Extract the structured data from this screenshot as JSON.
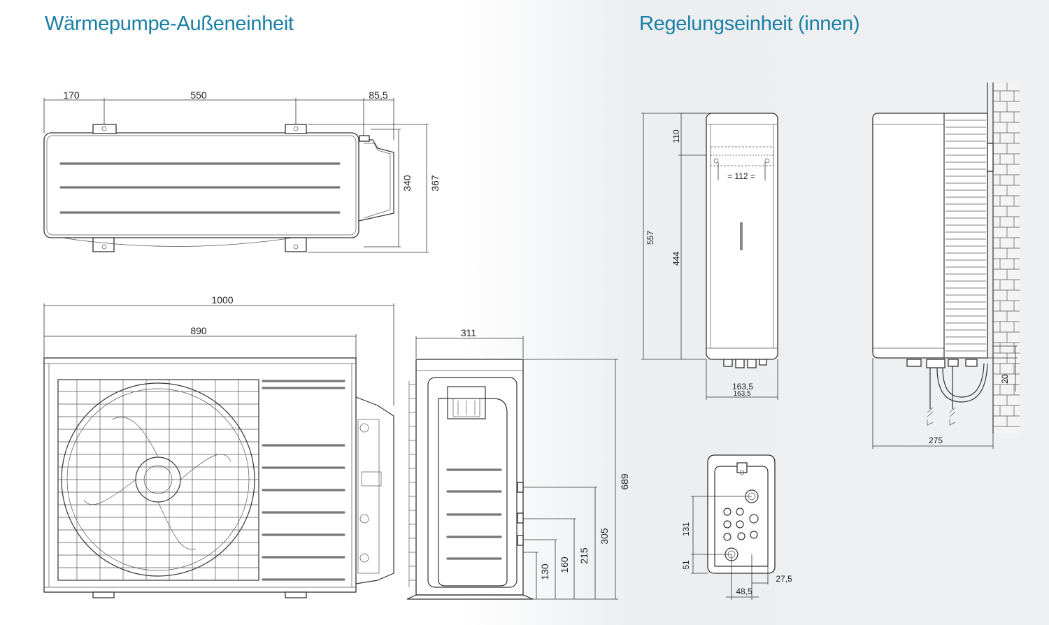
{
  "titles": {
    "outdoor": "Wärmepumpe-Außeneinheit",
    "indoor": "Regelungseinheit (innen)"
  },
  "colors": {
    "title": "#1a7fa6",
    "background_left": "#ffffff",
    "background_right": "#eef0f2",
    "line": "#333333"
  },
  "dimensions": {
    "top_view": {
      "d170": "170",
      "d550": "550",
      "d85_5": "85,5",
      "d340": "340",
      "d367": "367"
    },
    "front_view": {
      "d1000": "1000",
      "d890": "890"
    },
    "side_view": {
      "d311": "311",
      "d689": "689",
      "d305": "305",
      "d215": "215",
      "d160": "160",
      "d130": "130"
    },
    "control_front": {
      "d557": "557",
      "d110": "110",
      "d444": "444",
      "d112": "= 112 =",
      "d163_5": "163,5",
      "d163_5b": "163,5"
    },
    "control_side": {
      "d275": "275",
      "d20": "20"
    },
    "control_bottom": {
      "d131": "131",
      "d51": "51",
      "d27_5": "27,5",
      "d48_5": "48,5"
    }
  }
}
